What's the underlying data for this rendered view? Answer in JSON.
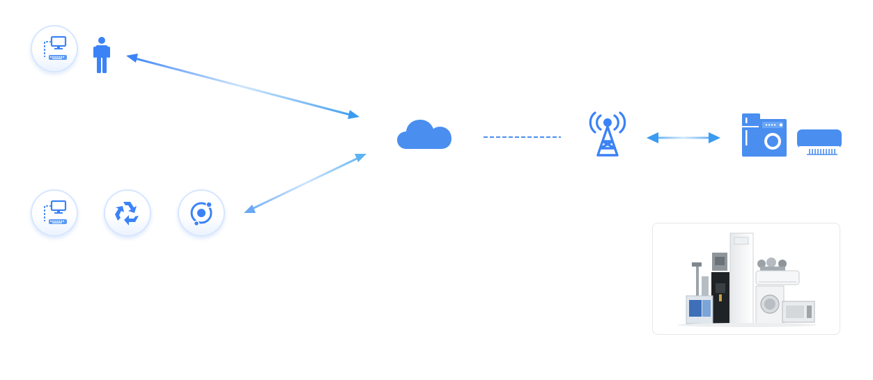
{
  "diagram": {
    "nodes": [
      {
        "id": "client-top",
        "icons": [
          "computer-icon",
          "person-icon"
        ]
      },
      {
        "id": "client-bottom",
        "icons": [
          "computer-icon",
          "recycle-icon",
          "target-icon"
        ]
      },
      {
        "id": "cloud",
        "icons": [
          "cloud-icon"
        ]
      },
      {
        "id": "tower",
        "icons": [
          "signal-tower-icon"
        ]
      },
      {
        "id": "appliances",
        "icons": [
          "fridge-icon",
          "washing-machine-icon",
          "air-conditioner-icon"
        ]
      },
      {
        "id": "product-photo",
        "icons": [
          "appliance-collection-image"
        ]
      }
    ],
    "edges": [
      {
        "from": "client-top",
        "to": "cloud",
        "style": "bidirectional-gradient-arrow"
      },
      {
        "from": "client-bottom",
        "to": "cloud",
        "style": "bidirectional-gradient-arrow"
      },
      {
        "from": "cloud",
        "to": "tower",
        "style": "dashed"
      },
      {
        "from": "tower",
        "to": "appliances",
        "style": "bidirectional-gradient-arrow"
      }
    ],
    "colors": {
      "accent": "#3b82f6",
      "light": "#cfe6fb",
      "icon": "#4a8ef0",
      "badge_ring": "#d6e6ff"
    }
  }
}
